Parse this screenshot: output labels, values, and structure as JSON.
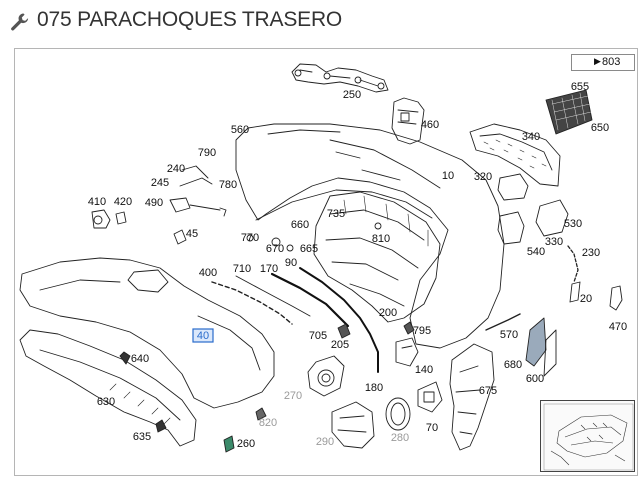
{
  "page": {
    "title": "075 PARACHOQUES TRASERO",
    "reference_link": "803",
    "colors": {
      "accent_highlight": "#2a6ccc",
      "line": "#222222",
      "greyed_label": "#9a9a9a",
      "frame": "#b5b5b5"
    }
  },
  "icons": [
    "wrench-icon",
    "arrow-right-icon"
  ],
  "callouts": [
    {
      "num": "250",
      "greyed": false,
      "highlighted": false
    },
    {
      "num": "655",
      "greyed": false,
      "highlighted": false
    },
    {
      "num": "650",
      "greyed": false,
      "highlighted": false
    },
    {
      "num": "460",
      "greyed": false,
      "highlighted": false
    },
    {
      "num": "340",
      "greyed": false,
      "highlighted": false
    },
    {
      "num": "560",
      "greyed": false,
      "highlighted": false
    },
    {
      "num": "790",
      "greyed": false,
      "highlighted": false
    },
    {
      "num": "240",
      "greyed": false,
      "highlighted": false
    },
    {
      "num": "245",
      "greyed": false,
      "highlighted": false
    },
    {
      "num": "780",
      "greyed": false,
      "highlighted": false
    },
    {
      "num": "10",
      "greyed": false,
      "highlighted": false
    },
    {
      "num": "320",
      "greyed": false,
      "highlighted": false
    },
    {
      "num": "410",
      "greyed": false,
      "highlighted": false
    },
    {
      "num": "420",
      "greyed": false,
      "highlighted": false
    },
    {
      "num": "490",
      "greyed": false,
      "highlighted": false
    },
    {
      "num": "735",
      "greyed": false,
      "highlighted": false
    },
    {
      "num": "530",
      "greyed": false,
      "highlighted": false
    },
    {
      "num": "45",
      "greyed": false,
      "highlighted": false
    },
    {
      "num": "770",
      "greyed": false,
      "highlighted": false
    },
    {
      "num": "660",
      "greyed": false,
      "highlighted": false
    },
    {
      "num": "810",
      "greyed": false,
      "highlighted": false
    },
    {
      "num": "330",
      "greyed": false,
      "highlighted": false
    },
    {
      "num": "670",
      "greyed": false,
      "highlighted": false
    },
    {
      "num": "665",
      "greyed": false,
      "highlighted": false
    },
    {
      "num": "540",
      "greyed": false,
      "highlighted": false
    },
    {
      "num": "230",
      "greyed": false,
      "highlighted": false
    },
    {
      "num": "400",
      "greyed": false,
      "highlighted": false
    },
    {
      "num": "710",
      "greyed": false,
      "highlighted": false
    },
    {
      "num": "170",
      "greyed": false,
      "highlighted": false
    },
    {
      "num": "90",
      "greyed": false,
      "highlighted": false
    },
    {
      "num": "20",
      "greyed": false,
      "highlighted": false
    },
    {
      "num": "470",
      "greyed": false,
      "highlighted": false
    },
    {
      "num": "200",
      "greyed": false,
      "highlighted": false
    },
    {
      "num": "795",
      "greyed": false,
      "highlighted": false
    },
    {
      "num": "705",
      "greyed": false,
      "highlighted": false
    },
    {
      "num": "570",
      "greyed": false,
      "highlighted": false
    },
    {
      "num": "40",
      "greyed": false,
      "highlighted": true
    },
    {
      "num": "205",
      "greyed": false,
      "highlighted": false
    },
    {
      "num": "640",
      "greyed": false,
      "highlighted": false
    },
    {
      "num": "680",
      "greyed": false,
      "highlighted": false
    },
    {
      "num": "600",
      "greyed": false,
      "highlighted": false
    },
    {
      "num": "140",
      "greyed": false,
      "highlighted": false
    },
    {
      "num": "180",
      "greyed": false,
      "highlighted": false
    },
    {
      "num": "675",
      "greyed": false,
      "highlighted": false
    },
    {
      "num": "630",
      "greyed": false,
      "highlighted": false
    },
    {
      "num": "270",
      "greyed": true,
      "highlighted": false
    },
    {
      "num": "820",
      "greyed": true,
      "highlighted": false
    },
    {
      "num": "635",
      "greyed": false,
      "highlighted": false
    },
    {
      "num": "70",
      "greyed": false,
      "highlighted": false
    },
    {
      "num": "260",
      "greyed": false,
      "highlighted": false
    },
    {
      "num": "290",
      "greyed": true,
      "highlighted": false
    },
    {
      "num": "280",
      "greyed": true,
      "highlighted": false
    }
  ]
}
